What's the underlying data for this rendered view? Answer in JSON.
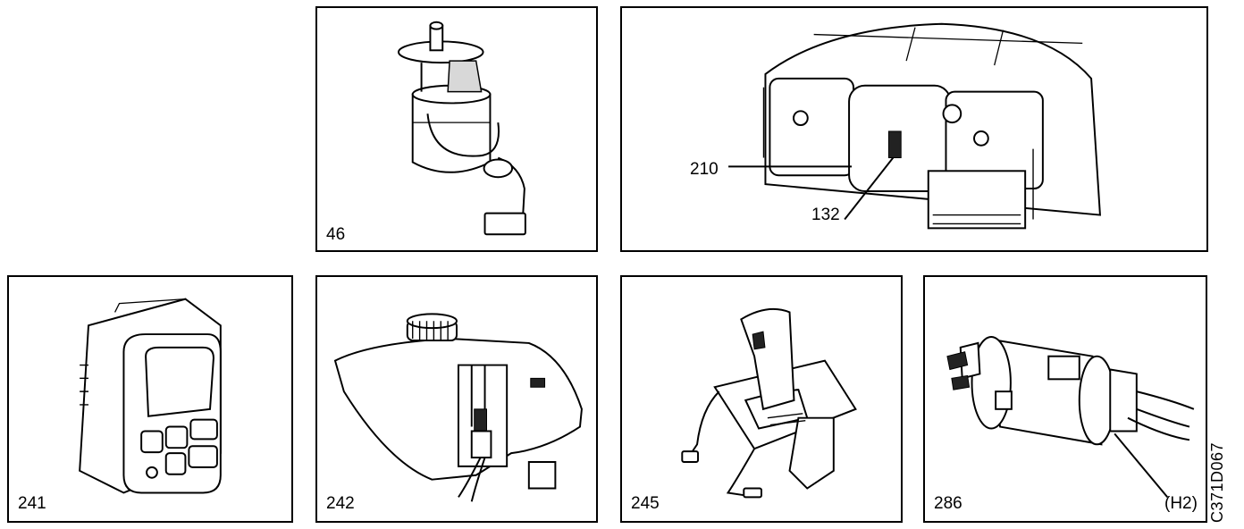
{
  "panels": {
    "fuel_pump": {
      "label": "46",
      "icon": "fuel-pump-icon"
    },
    "instrument_cluster": {
      "icon": "instrument-cluster-icon",
      "callouts": [
        "210",
        "132"
      ]
    },
    "control_panel": {
      "label": "241",
      "icon": "control-panel-icon"
    },
    "washer_tank": {
      "label": "242",
      "icon": "washer-tank-icon"
    },
    "gear_selector": {
      "label": "245",
      "icon": "gear-selector-icon"
    },
    "connector": {
      "label": "286",
      "icon": "connector-icon",
      "callout": "(H2)"
    }
  },
  "reference_code": "C371D067"
}
